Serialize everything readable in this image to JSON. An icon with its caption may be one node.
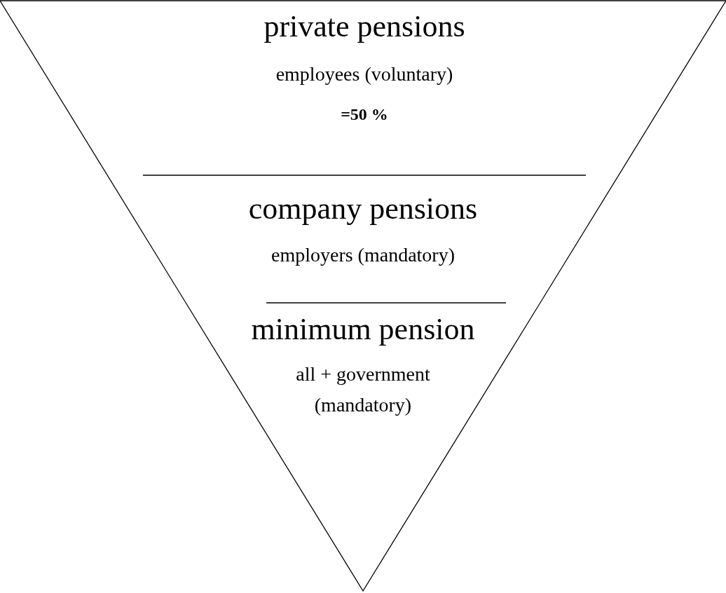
{
  "diagram": {
    "nodes": [
      {
        "text": [],
        "shape": "triangle"
      },
      {
        "text": [
          "private pensions",
          "employees (voluntary)",
          "=50 %"
        ],
        "in": 0
      },
      {
        "text": [
          "company pensions",
          "employers (mandatory)"
        ],
        "in": 0
      },
      {
        "text": [
          "minimum pension",
          "all + government (mandatory)"
        ],
        "in": 0
      }
    ]
  }
}
